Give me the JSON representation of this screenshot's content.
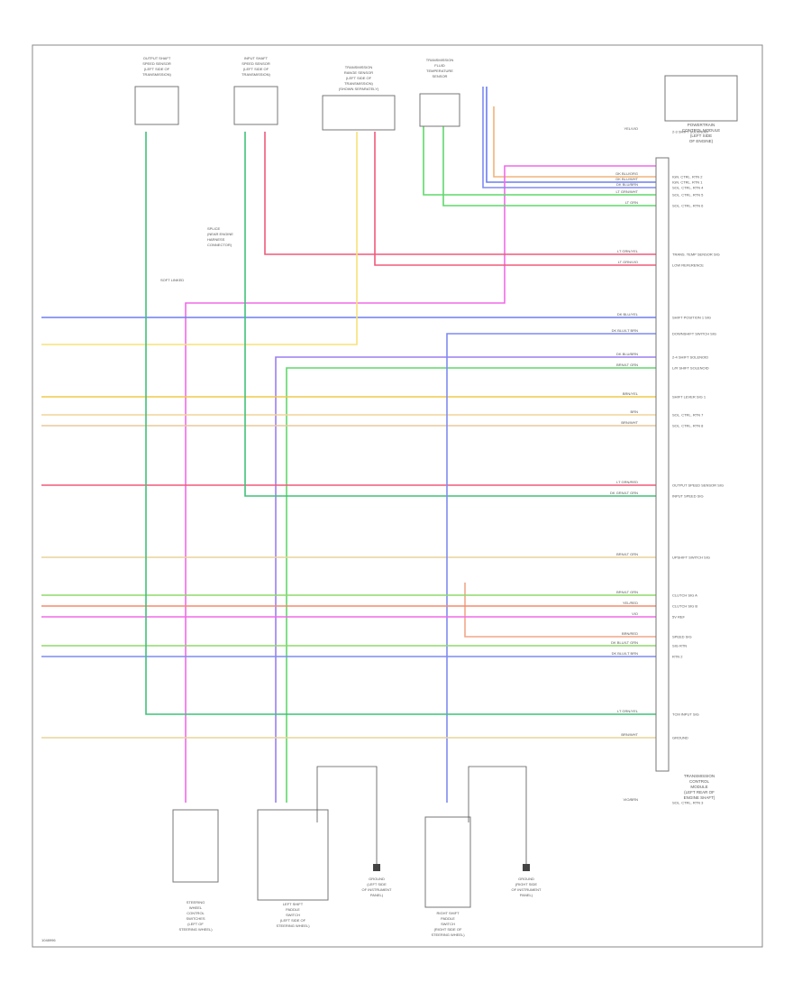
{
  "module": {
    "lines": [
      "TRANSMISSION",
      "CONTROL",
      "MODULE",
      "(LEFT REAR OF",
      "ENGINE SHAFT)"
    ]
  },
  "top_components": [
    {
      "id": "c1",
      "lines": [
        "OUTPUT SHAFT",
        "SPEED SENSOR",
        "(LEFT SIDE OF",
        "TRANSMISSION)"
      ]
    },
    {
      "id": "c2",
      "lines": [
        "INPUT SHAFT",
        "SPEED SENSOR",
        "(LEFT SIDE OF",
        "TRANSMISSION)"
      ]
    },
    {
      "id": "c3",
      "lines": [
        "TRANSMISSION",
        "RANGE SENSOR",
        "(LEFT SIDE OF",
        "TRANSMISSION)",
        "(SHOWN SEPARATELY)"
      ]
    },
    {
      "id": "c4",
      "lines": [
        "TRANSMISSION",
        "FLUID",
        "TEMPERATURE",
        "SENSOR"
      ]
    }
  ],
  "right_top_label": {
    "lines": [
      "POWERTRAIN",
      "CONTROL MODULE",
      "(LEFT SIDE",
      "OF ENGINE)"
    ]
  },
  "splice_note": {
    "lines": [
      "SPLICE",
      "(NEAR ENGINE",
      "HARNESS",
      "CONNECTOR)"
    ]
  },
  "ground_note": "SOFT LINKED",
  "bottom_components": [
    {
      "id": "b1",
      "lines": [
        "STEERING",
        "WHEEL",
        "CONTROL",
        "SWITCHES",
        "(LEFT OF",
        "STEERING WHEEL)"
      ]
    },
    {
      "id": "b2",
      "lines": [
        "LEFT SHIFT",
        "PADDLE",
        "SWITCH",
        "(LEFT SIDE OF",
        "STEERING WHEEL)"
      ]
    },
    {
      "id": "b3",
      "lines": [
        "RIGHT SHIFT",
        "PADDLE",
        "SWITCH",
        "(RIGHT SIDE OF",
        "STEERING WHEEL)"
      ]
    }
  ],
  "grounds": [
    {
      "id": "g1",
      "lines": [
        "GROUND",
        "(LEFT SIDE",
        "OF INSTRUMENT",
        "PANEL)"
      ]
    },
    {
      "id": "g2",
      "lines": [
        "GROUND",
        "(RIGHT SIDE",
        "OF INSTRUMENT",
        "PANEL)"
      ]
    }
  ],
  "wires": [
    {
      "id": "w1",
      "color": "#6b7ff0",
      "label": "DK BLU/WHT",
      "pin_label": "IGN. CTRL. RTN 1"
    },
    {
      "id": "w2",
      "color": "#f2b37a",
      "label": "DK BLU/ORG",
      "pin_label": "IGN. CTRL. RTN 2"
    },
    {
      "id": "w3",
      "color": "#f06ae8",
      "label": "VIO/BRN",
      "pin_label": "SOL. CTRL. RTN 3"
    },
    {
      "id": "w4",
      "color": "#7f8cf2",
      "label": "DK BLU/BRN",
      "pin_label": "SOL. CTRL. RTN 4"
    },
    {
      "id": "w5",
      "color": "#5fd86a",
      "label": "LT GRN/WHT",
      "pin_label": "SOL. CTRL. RTN 5"
    },
    {
      "id": "w6",
      "color": "#5fd86a",
      "label": "LT GRN",
      "pin_label": "SOL. CTRL. RTN 6"
    },
    {
      "id": "w7",
      "color": "#f05a7a",
      "label": "LT GRN/YEL",
      "pin_label": "TRANS. TEMP SENSOR SIG"
    },
    {
      "id": "w8",
      "color": "#f05a7a",
      "label": "LT GRN/VIO",
      "pin_label": "LOW REFERENCE"
    },
    {
      "id": "w9",
      "color": "#6b7ff0",
      "label": "DK BLU/YEL",
      "pin_label": "SHIFT POSITION 1 SIG"
    },
    {
      "id": "w10",
      "color": "#f7e27a",
      "label": "YEL/VIO",
      "pin_label": "2-3 SHIFT SOLENOID"
    },
    {
      "id": "w11",
      "color": "#9b7ff2",
      "label": "DK BLU/BRN",
      "pin_label": "2-4 SHIFT SOLENOID"
    },
    {
      "id": "w12",
      "color": "#5fd86a",
      "label": "BRN/LT GRN",
      "pin_label": "L/R SHIFT SOLENOID"
    },
    {
      "id": "w13",
      "color": "#f2c84a",
      "label": "BRN/YEL",
      "pin_label": "SHIFT LEVER SIG 1"
    },
    {
      "id": "w14",
      "color": "#f2d49a",
      "label": "BRN",
      "pin_label": "SOL. CTRL. RTN 7"
    },
    {
      "id": "w15",
      "color": "#e8c89a",
      "label": "BRN/WHT",
      "pin_label": "SOL. CTRL. RTN 8"
    },
    {
      "id": "w16",
      "color": "#f05a7a",
      "label": "LT GRN/RED",
      "pin_label": "OUTPUT SPEED SENSOR SIG"
    },
    {
      "id": "w17",
      "color": "#3fc27a",
      "label": "DK GRN/LT GRN",
      "pin_label": "INPUT SPEED SIG"
    },
    {
      "id": "w18",
      "color": "#e8d49a",
      "label": "BRN/LT GRN",
      "pin_label": "UPSHIFT SWITCH SIG"
    },
    {
      "id": "w19",
      "color": "#7f8cf2",
      "label": "DK BLU/LT BRN",
      "pin_label": "DOWNSHIFT SWITCH SIG"
    },
    {
      "id": "w20",
      "color": "#f2a68a",
      "label": "BRN/RED",
      "pin_label": "SPEED SIG"
    },
    {
      "id": "w21",
      "color": "#8fd86a",
      "label": "BRN/LT GRN",
      "pin_label": "CLUTCH SIG A"
    },
    {
      "id": "w22",
      "color": "#f58a6a",
      "label": "YEL/RED",
      "pin_label": "CLUTCH SIG B"
    },
    {
      "id": "w23",
      "color": "#f06ae8",
      "label": "VIO",
      "pin_label": "5V REF"
    },
    {
      "id": "w24",
      "color": "#8fd86a",
      "label": "DK BLU/LT GRN",
      "pin_label": "SIG RTN"
    },
    {
      "id": "w25",
      "color": "#7f8cf2",
      "label": "DK BLU/LT BRN",
      "pin_label": "RTN 2"
    },
    {
      "id": "w26",
      "color": "#3fc27a",
      "label": "LT GRN/YEL",
      "pin_label": "TCM INPUT SIG"
    },
    {
      "id": "w27",
      "color": "#e8d49a",
      "label": "BRN/WHT",
      "pin_label": "GROUND"
    }
  ],
  "footer_code": "1048996"
}
